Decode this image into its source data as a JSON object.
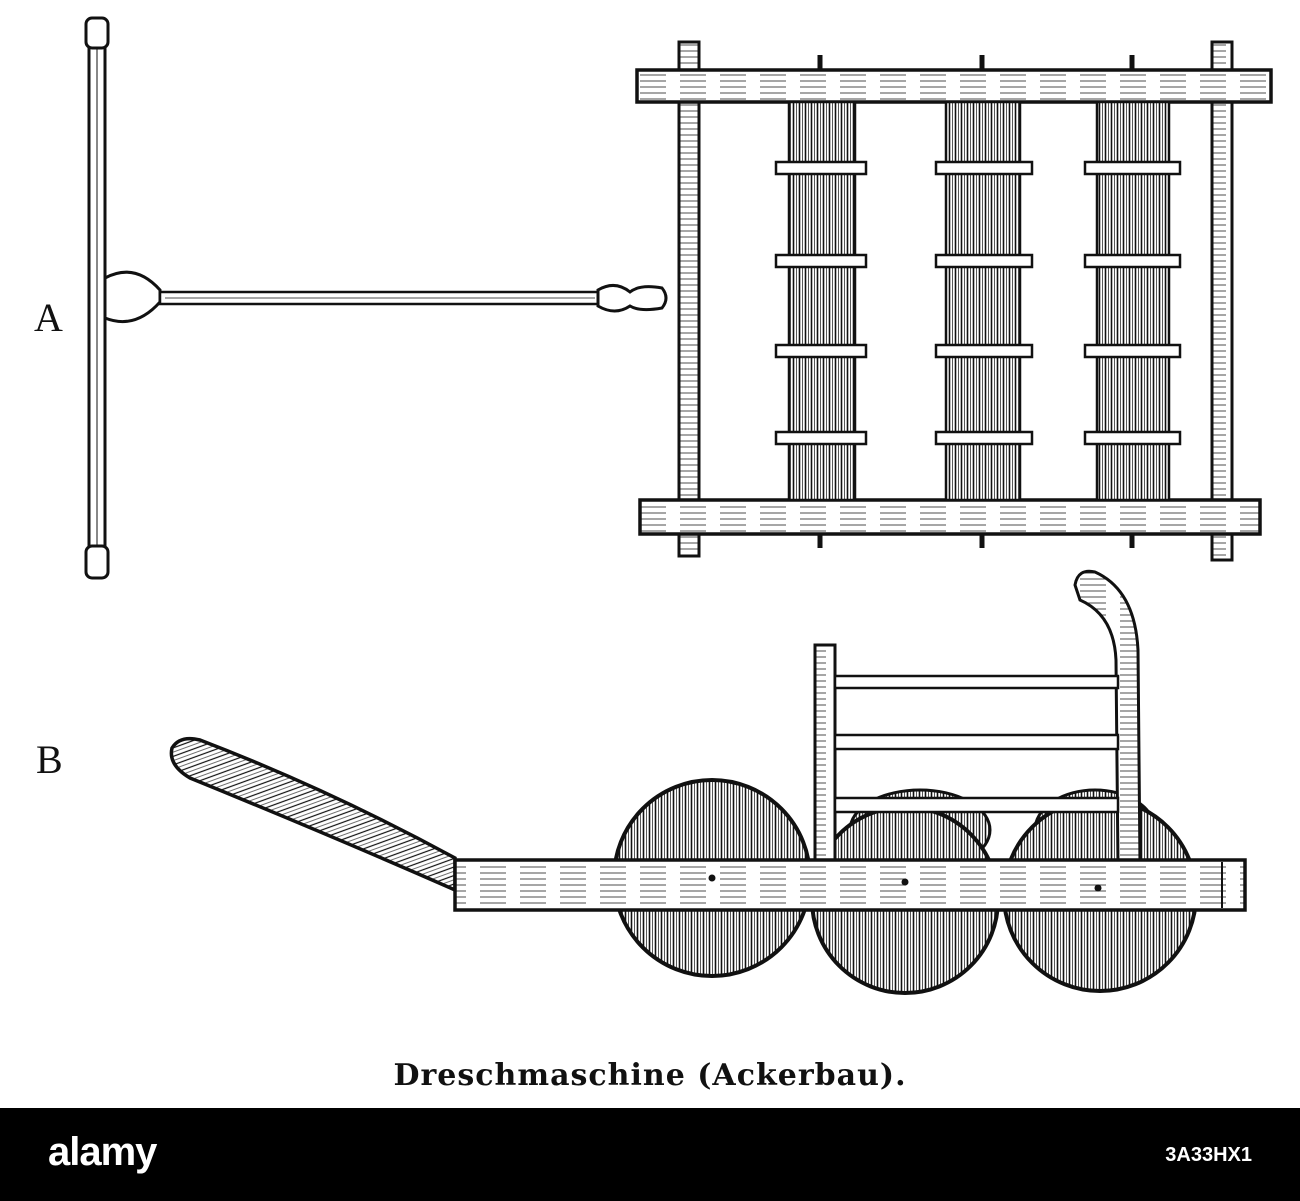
{
  "figure": {
    "label_a": "A",
    "label_b": "B",
    "caption": "Dreschmaschine (Ackerbau)."
  },
  "footer": {
    "brand": "alamy",
    "image_id": "3A33HX1"
  },
  "colors": {
    "ink": "#111111",
    "paper": "#ffffff",
    "footer_bg": "#000000",
    "footer_text": "#ffffff"
  }
}
